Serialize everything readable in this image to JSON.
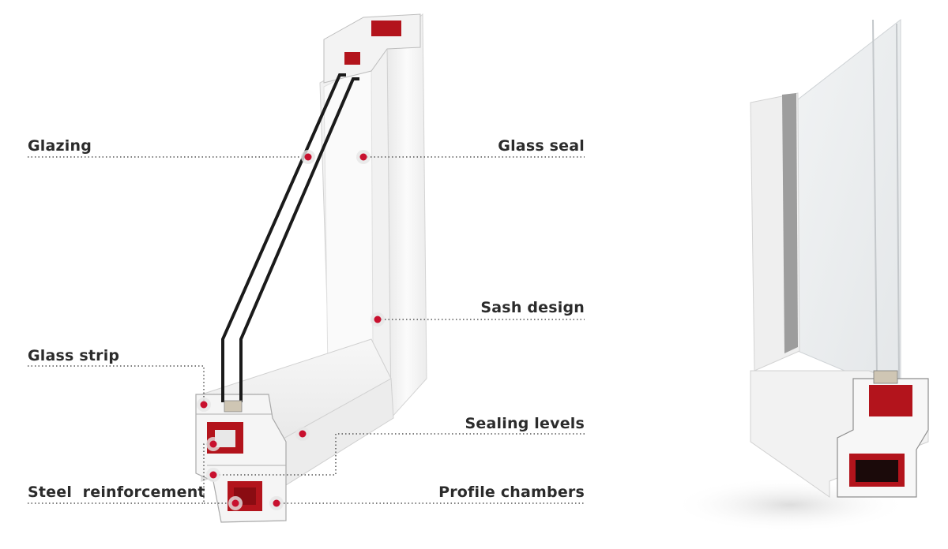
{
  "labels": {
    "glazing": "Glazing",
    "glass_seal": "Glass seal",
    "sash_design": "Sash design",
    "glass_strip": "Glass strip",
    "sealing_levels": "Sealing levels",
    "steel_reinforcement": "Steel  reinforcement",
    "profile_chambers": "Profile chambers"
  },
  "colors": {
    "marker": "#c8102e",
    "leader_line": "#555555",
    "label_text": "#2b2b2b",
    "profile_white": "#f4f4f4",
    "profile_shade": "#dcdcdc",
    "reinforcement": "#b3141c",
    "glass_edge": "#1a1a1a"
  }
}
